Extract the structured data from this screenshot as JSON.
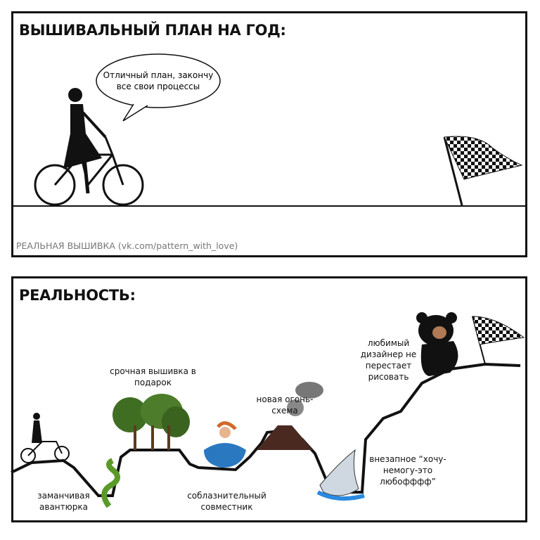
{
  "panel_plan": {
    "title": "ВЫШИВАЛЬНЫЙ ПЛАН НА ГОД:",
    "speech": "Отличный план, закончу все свои процессы",
    "credit": "РЕАЛЬНАЯ ВЫШИВКА (vk.com/pattern_with_love)"
  },
  "panel_reality": {
    "title": "РЕАЛЬНОСТЬ:",
    "labels": {
      "adventure": "заманчивая авантюрка",
      "gift": "срочная вышивка в подарок",
      "partner": "соблазнительный совместник",
      "fire": "новая огонь-схема",
      "designer": "любимый дизайнер не перестает рисовать",
      "sudden": "внезапное “хочу-немогу-это любофффф”"
    }
  }
}
